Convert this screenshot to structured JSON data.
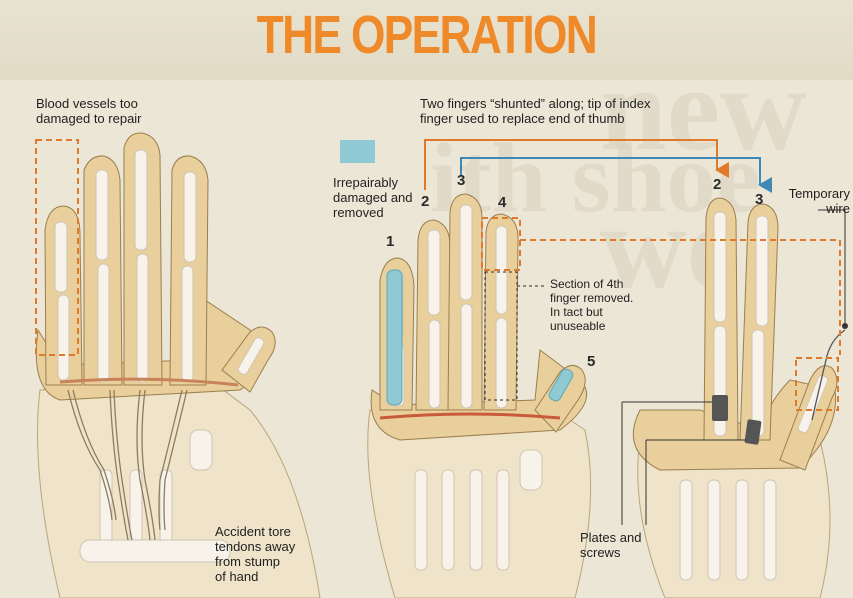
{
  "title": "THE OPERATION",
  "background_text": {
    "line1": "new we",
    "line2": "ith shoe"
  },
  "labels": {
    "blood_vessels": "Blood vessels too\ndamaged to repair",
    "shunted": "Two fingers “shunted” along; tip of index\nfinger used to replace end of thumb",
    "irreparable": "Irrepairably\ndamaged and\nremoved",
    "section_4th": "Section of 4th\nfinger removed.\nIn tact but\nunuseable",
    "temporary_wire": "Temporary\nwire",
    "tendons": "Accident tore\ntendons away\nfrom stump\nof hand",
    "plates": "Plates and\nscrews"
  },
  "finger_numbers": {
    "mid": [
      "1",
      "2",
      "3",
      "4",
      "5"
    ],
    "right": [
      "2",
      "3"
    ]
  },
  "colors": {
    "title": "#ee8a2a",
    "orange_arrow": "#e07a2a",
    "blue_arrow": "#3f89b6",
    "removed": "#8ec9d4",
    "skin": "#e9cf9c",
    "bone": "#f7f3ea"
  }
}
